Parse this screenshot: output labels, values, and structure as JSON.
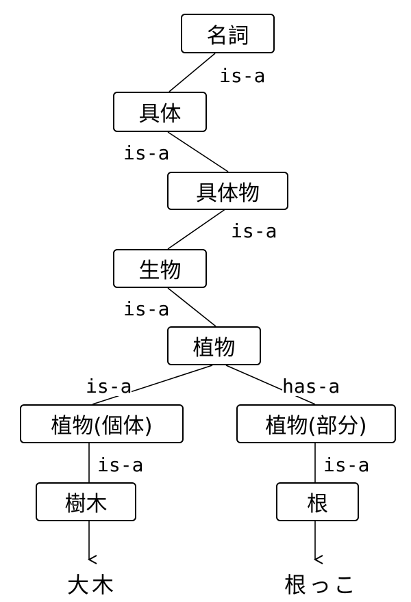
{
  "nodes": {
    "meishi": "名詞",
    "gutai": "具体",
    "gutaibutsu": "具体物",
    "seibutsu": "生物",
    "shokubutsu": "植物",
    "shokubutsu_kotai": "植物(個体)",
    "shokubutsu_bubun": "植物(部分)",
    "jumoku": "樹木",
    "ne": "根"
  },
  "relations": {
    "r1": "is-a",
    "r2": "is-a",
    "r3": "is-a",
    "r4": "is-a",
    "r5": "is-a",
    "r6": "has-a",
    "r7": "is-a",
    "r8": "is-a"
  },
  "leaves": {
    "taiboku": "大木",
    "nekko": "根っこ"
  }
}
